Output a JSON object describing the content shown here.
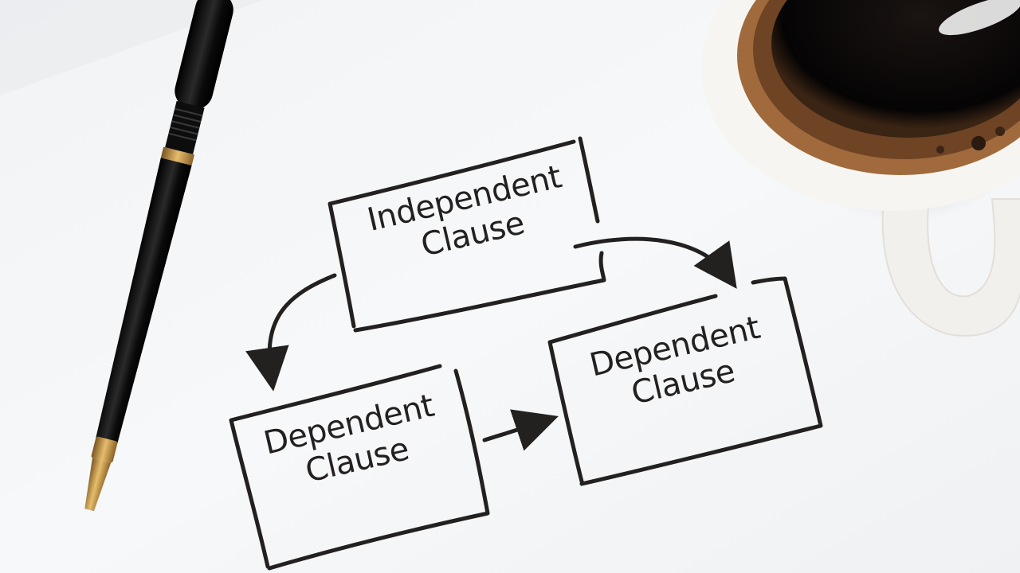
{
  "diagram": {
    "nodes": [
      {
        "id": "independent",
        "line1": "Independent",
        "line2": "Clause"
      },
      {
        "id": "dependent-left",
        "line1": "Dependent",
        "line2": "Clause"
      },
      {
        "id": "dependent-right",
        "line1": "Dependent",
        "line2": "Clause"
      }
    ],
    "edges": [
      {
        "from": "independent",
        "to": "dependent-left"
      },
      {
        "from": "independent",
        "to": "dependent-right"
      },
      {
        "from": "dependent-left",
        "to": "dependent-right"
      }
    ]
  },
  "colors": {
    "paper": "#f6f7f9",
    "ink": "#232020",
    "pen_body": "#141414",
    "pen_trim": "#c9983f",
    "coffee": "#0b0908",
    "crema": "#8a5a35",
    "cup": "#f5f3ef"
  },
  "icons": [
    "fountain-pen-icon",
    "coffee-cup-icon"
  ]
}
